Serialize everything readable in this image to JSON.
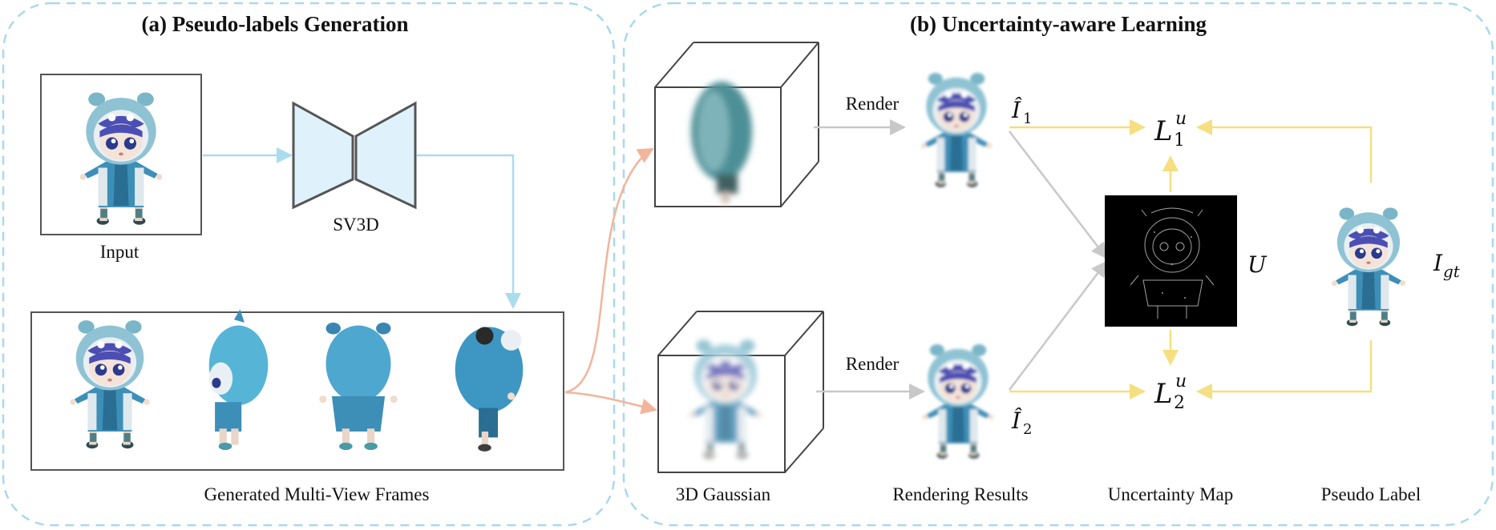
{
  "panel_a": {
    "title": "(a) Pseudo-labels Generation",
    "input_label": "Input",
    "model_label": "SV3D",
    "frames_label": "Generated Multi-View Frames"
  },
  "panel_b": {
    "title": "(b) Uncertainty-aware Learning",
    "render_label_1": "Render",
    "render_label_2": "Render",
    "render_symbol_1": {
      "base": "Î",
      "sub": "1"
    },
    "render_symbol_2": {
      "base": "Î",
      "sub": "2"
    },
    "loss_1": {
      "base": "L",
      "sup": "u",
      "sub": "1"
    },
    "loss_2": {
      "base": "L",
      "sup": "u",
      "sub": "2"
    },
    "uncertainty_symbol": "U",
    "gt_symbol": {
      "base": "I",
      "sub": "gt"
    },
    "bottom_labels": {
      "gaussian": "3D Gaussian",
      "rendering": "Rendering Results",
      "uncertainty": "Uncertainty Map",
      "pseudo": "Pseudo Label"
    }
  },
  "colors": {
    "dashed_border": "#a9d8ee",
    "light_blue_arrow": "#a9dcef",
    "salmon_arrow": "#f2b59c",
    "gray_arrow": "#c8c8c8",
    "yellow_arrow": "#f5df80",
    "box_border": "#555555",
    "sv3d_fill": "#dff2fb"
  },
  "icons": [
    "chibi-character-figure",
    "gaussian-cube",
    "uncertainty-map"
  ]
}
